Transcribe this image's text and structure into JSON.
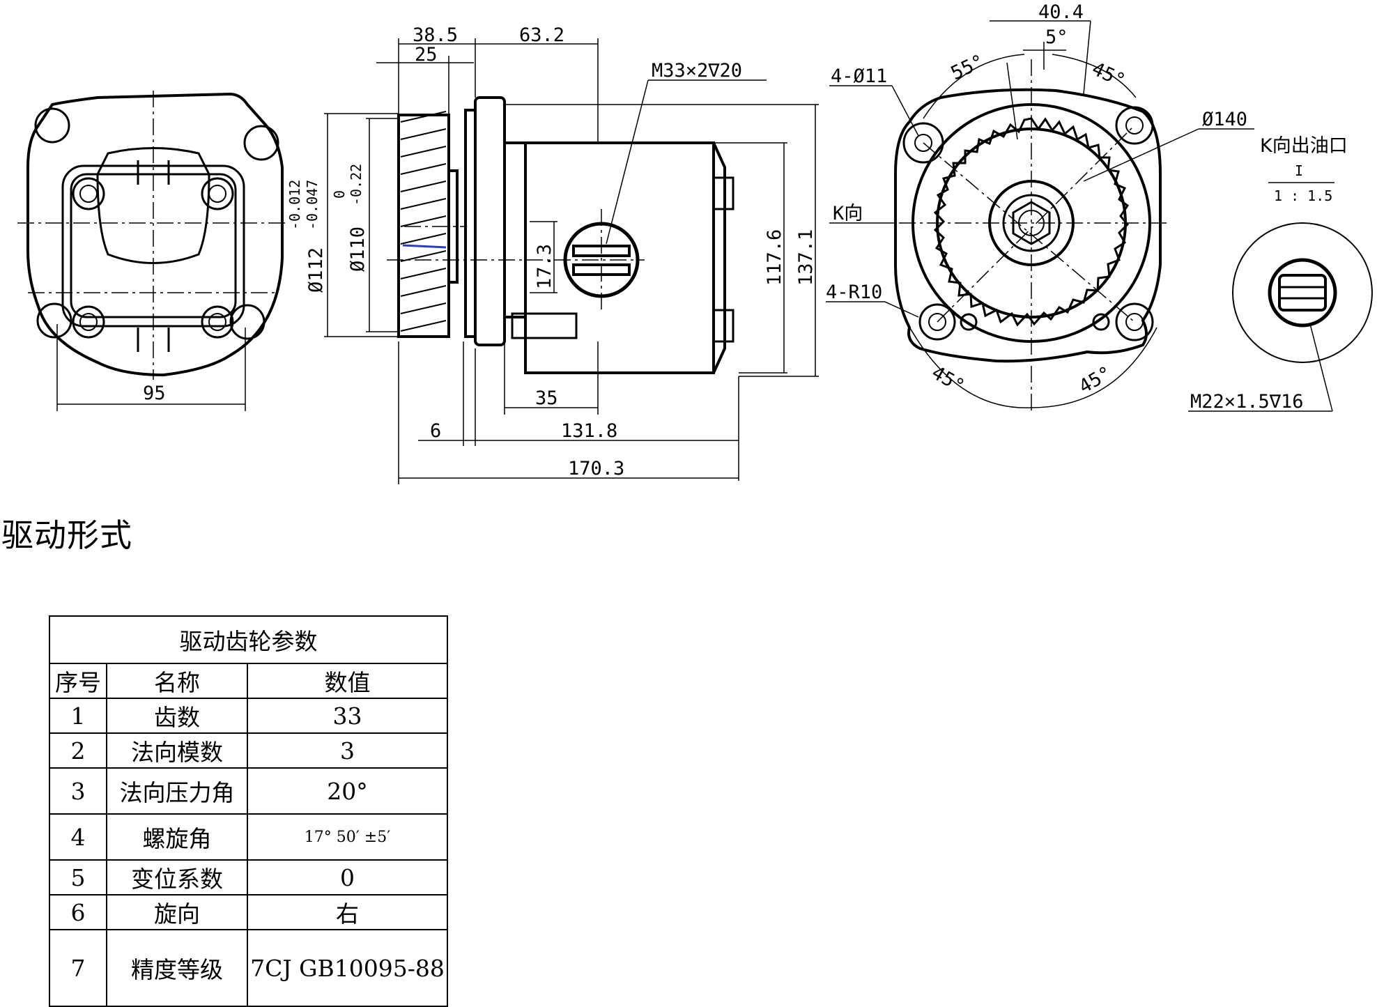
{
  "dimensions": {
    "d95": "95",
    "d38_5": "38.5",
    "d25": "25",
    "d63_2": "63.2",
    "thread_side": "M33×2∇20",
    "dia112": "Ø112",
    "tol112_upper": "-0.012",
    "tol112_lower": "-0.047",
    "dia110": "Ø110",
    "tol110_upper": "0",
    "tol110_lower": "-0.22",
    "d17_3": "17.3",
    "d117_6": "117.6",
    "d137_1": "137.1",
    "d35": "35",
    "d6": "6",
    "d131_8": "131.8",
    "d170_3": "170.3",
    "d40_4": "40.4",
    "angle5": "5°",
    "angle55": "55°",
    "angle45_top": "45°",
    "holes": "4-Ø11",
    "dia140": "Ø140",
    "k_view": "K向",
    "radius": "4-R10",
    "angle45_bl": "45°",
    "angle45_br": "45°",
    "detail_title": "K向出油口",
    "detail_mark": "I",
    "detail_scale": "1 : 1.5",
    "thread_outlet": "M22×1.5∇16"
  },
  "section_title": "驱动形式",
  "table": {
    "caption": "驱动齿轮参数",
    "headers": [
      "序号",
      "名称",
      "数值"
    ],
    "rows": [
      {
        "no": "1",
        "name": "齿数",
        "value": "33"
      },
      {
        "no": "2",
        "name": "法向模数",
        "value": "3"
      },
      {
        "no": "3",
        "name": "法向压力角",
        "value": "20°"
      },
      {
        "no": "4",
        "name": "螺旋角",
        "value": "17° 50′ ±5′"
      },
      {
        "no": "5",
        "name": "变位系数",
        "value": "0"
      },
      {
        "no": "6",
        "name": "旋向",
        "value": "右"
      },
      {
        "no": "7",
        "name": "精度等级",
        "value": "7CJ GB10095-88"
      }
    ]
  }
}
